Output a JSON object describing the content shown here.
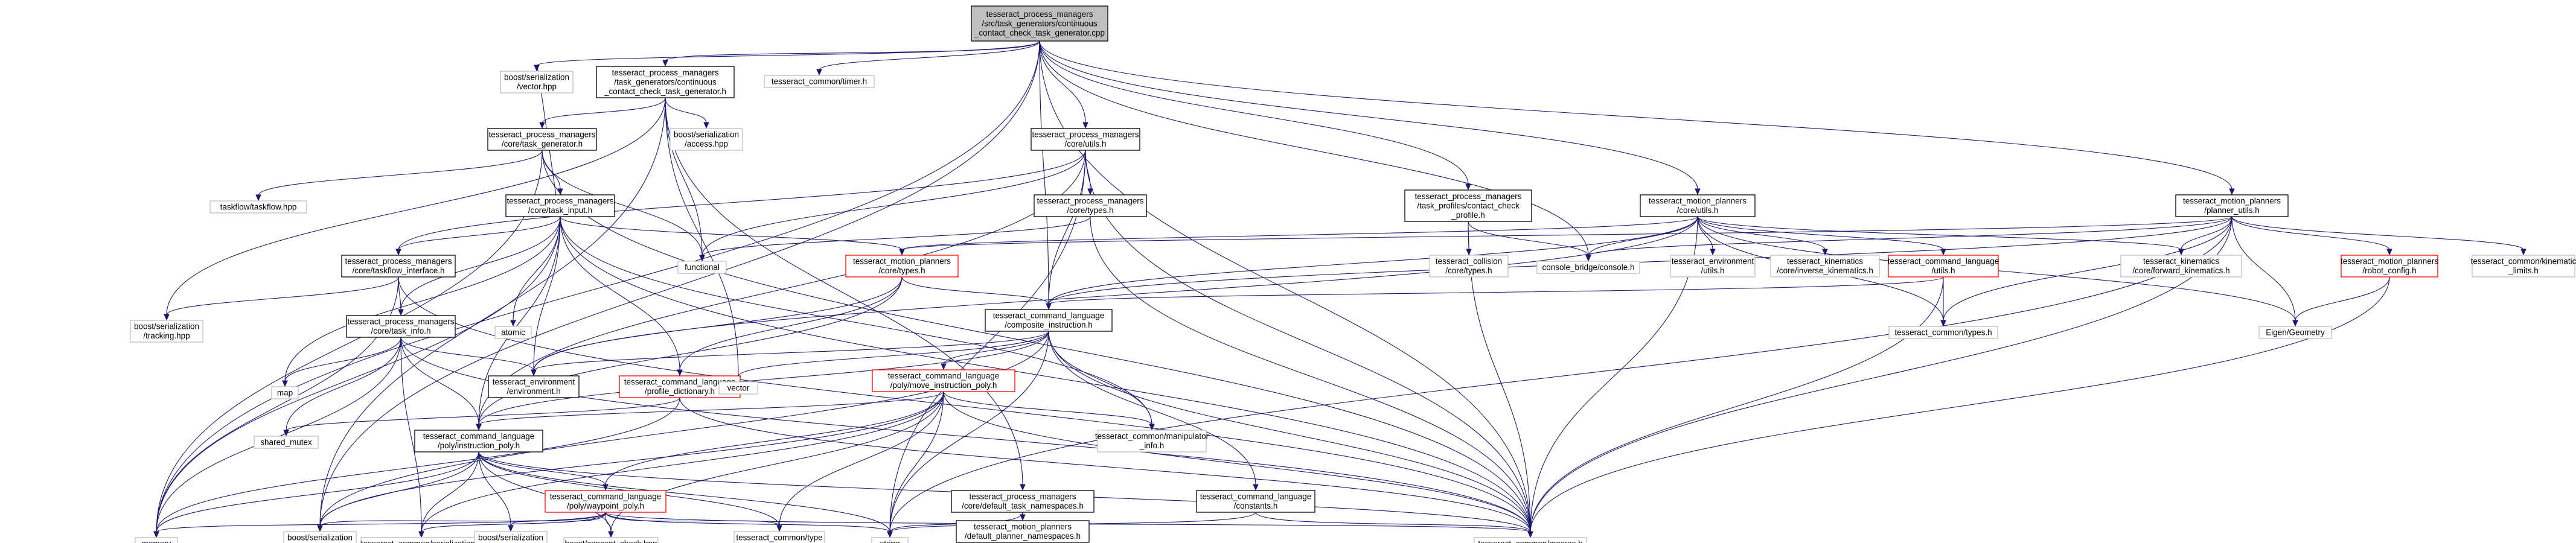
{
  "nodes": [
    {
      "id": "root",
      "style": "root",
      "lines": [
        "tesseract_process_managers",
        "/src/task_generators/continuous",
        "_contact_check_task_generator.cpp"
      ]
    },
    {
      "id": "boost_ser_vector",
      "style": "gray",
      "lines": [
        "boost/serialization",
        "/vector.hpp"
      ]
    },
    {
      "id": "tg_header",
      "style": "black",
      "lines": [
        "tesseract_process_managers",
        "/task_generators/continuous",
        "_contact_check_task_generator.h"
      ]
    },
    {
      "id": "timer",
      "style": "gray",
      "lines": [
        "tesseract_common/timer.h"
      ]
    },
    {
      "id": "core_task_generator",
      "style": "black",
      "lines": [
        "tesseract_process_managers",
        "/core/task_generator.h"
      ]
    },
    {
      "id": "boost_access",
      "style": "gray",
      "lines": [
        "boost/serialization",
        "/access.hpp"
      ]
    },
    {
      "id": "core_utils",
      "style": "black",
      "lines": [
        "tesseract_process_managers",
        "/core/utils.h"
      ]
    },
    {
      "id": "task_profiles",
      "style": "black",
      "lines": [
        "tesseract_process_managers",
        "/task_profiles/contact_check",
        "_profile.h"
      ]
    },
    {
      "id": "mp_core_utils",
      "style": "black",
      "lines": [
        "tesseract_motion_planners",
        "/core/utils.h"
      ]
    },
    {
      "id": "mp_planner_utils",
      "style": "black",
      "lines": [
        "tesseract_motion_planners",
        "/planner_utils.h"
      ]
    },
    {
      "id": "taskflow",
      "style": "gray",
      "lines": [
        "taskflow/taskflow.hpp"
      ]
    },
    {
      "id": "core_task_input",
      "style": "black",
      "lines": [
        "tesseract_process_managers",
        "/core/task_input.h"
      ]
    },
    {
      "id": "pm_core_types",
      "style": "black",
      "lines": [
        "tesseract_process_managers",
        "/core/types.h"
      ]
    },
    {
      "id": "functional",
      "style": "gray",
      "lines": [
        "functional"
      ]
    },
    {
      "id": "collision_types",
      "style": "gray",
      "lines": [
        "tesseract_collision",
        "/core/types.h"
      ]
    },
    {
      "id": "console_bridge",
      "style": "gray",
      "lines": [
        "console_bridge/console.h"
      ]
    },
    {
      "id": "env_utils",
      "style": "gray",
      "lines": [
        "tesseract_environment",
        "/utils.h"
      ]
    },
    {
      "id": "inverse_kin",
      "style": "gray",
      "lines": [
        "tesseract_kinematics",
        "/core/inverse_kinematics.h"
      ]
    },
    {
      "id": "cl_utils",
      "style": "red",
      "lines": [
        "tesseract_command_language",
        "/utils.h"
      ]
    },
    {
      "id": "forward_kin",
      "style": "gray",
      "lines": [
        "tesseract_kinematics",
        "/core/forward_kinematics.h"
      ]
    },
    {
      "id": "robot_config",
      "style": "red",
      "lines": [
        "tesseract_motion_planners",
        "/robot_config.h"
      ]
    },
    {
      "id": "kin_limits",
      "style": "gray",
      "lines": [
        "tesseract_common/kinematic",
        "_limits.h"
      ]
    },
    {
      "id": "taskflow_interface",
      "style": "black",
      "lines": [
        "tesseract_process_managers",
        "/core/taskflow_interface.h"
      ]
    },
    {
      "id": "mp_core_types",
      "style": "red",
      "lines": [
        "tesseract_motion_planners",
        "/core/types.h"
      ]
    },
    {
      "id": "boost_tracking",
      "style": "gray",
      "lines": [
        "boost/serialization",
        "/tracking.hpp"
      ]
    },
    {
      "id": "atomic",
      "style": "gray",
      "lines": [
        "atomic"
      ]
    },
    {
      "id": "core_task_info",
      "style": "black",
      "lines": [
        "tesseract_process_managers",
        "/core/task_info.h"
      ]
    },
    {
      "id": "composite_instruction",
      "style": "black",
      "lines": [
        "tesseract_command_language",
        "/composite_instruction.h"
      ]
    },
    {
      "id": "common_types",
      "style": "gray",
      "lines": [
        "tesseract_common/types.h"
      ]
    },
    {
      "id": "eigen",
      "style": "gray",
      "lines": [
        "Eigen/Geometry"
      ]
    },
    {
      "id": "map",
      "style": "gray",
      "lines": [
        "map"
      ]
    },
    {
      "id": "env_environment",
      "style": "black",
      "lines": [
        "tesseract_environment",
        "/environment.h"
      ]
    },
    {
      "id": "profile_dictionary",
      "style": "red",
      "lines": [
        "tesseract_command_language",
        "/profile_dictionary.h"
      ]
    },
    {
      "id": "vector",
      "style": "gray",
      "lines": [
        "vector"
      ]
    },
    {
      "id": "move_instruction_poly",
      "style": "red",
      "lines": [
        "tesseract_command_language",
        "/poly/move_instruction_poly.h"
      ]
    },
    {
      "id": "shared_mutex",
      "style": "gray",
      "lines": [
        "shared_mutex"
      ]
    },
    {
      "id": "manipulator_info",
      "style": "gray",
      "lines": [
        "tesseract_common/manipulator",
        "_info.h"
      ]
    },
    {
      "id": "instruction_poly",
      "style": "black",
      "lines": [
        "tesseract_command_language",
        "/poly/instruction_poly.h"
      ]
    },
    {
      "id": "waypoint_poly",
      "style": "red",
      "lines": [
        "tesseract_command_language",
        "/poly/waypoint_poly.h"
      ]
    },
    {
      "id": "default_task_ns",
      "style": "black",
      "lines": [
        "tesseract_process_managers",
        "/core/default_task_namespaces.h"
      ]
    },
    {
      "id": "constants",
      "style": "black",
      "lines": [
        "tesseract_command_language",
        "/constants.h"
      ]
    },
    {
      "id": "default_planner_ns",
      "style": "black",
      "lines": [
        "tesseract_motion_planners",
        "/default_planner_namespaces.h"
      ]
    },
    {
      "id": "memory",
      "style": "gray",
      "lines": [
        "memory"
      ]
    },
    {
      "id": "boost_export",
      "style": "gray",
      "lines": [
        "boost/serialization",
        "/export.hpp"
      ]
    },
    {
      "id": "common_serialization",
      "style": "gray",
      "lines": [
        "tesseract_common/serialization.h"
      ]
    },
    {
      "id": "boost_base_object",
      "style": "gray",
      "lines": [
        "boost/serialization",
        "/base_object.hpp"
      ]
    },
    {
      "id": "concept_check",
      "style": "gray",
      "lines": [
        "boost/concept_check.hpp"
      ]
    },
    {
      "id": "type_erasure",
      "style": "gray",
      "lines": [
        "tesseract_common/type",
        "_erasure.h"
      ]
    },
    {
      "id": "string",
      "style": "gray",
      "lines": [
        "string"
      ]
    },
    {
      "id": "macros",
      "style": "gray",
      "lines": [
        "tesseract_common/macros.h"
      ]
    }
  ],
  "edges": [
    [
      "root",
      "boost_ser_vector"
    ],
    [
      "root",
      "tg_header"
    ],
    [
      "root",
      "timer"
    ],
    [
      "root",
      "core_utils"
    ],
    [
      "root",
      "task_profiles"
    ],
    [
      "root",
      "mp_core_utils"
    ],
    [
      "root",
      "mp_planner_utils"
    ],
    [
      "root",
      "composite_instruction"
    ],
    [
      "root",
      "console_bridge"
    ],
    [
      "root",
      "boost_export"
    ],
    [
      "root",
      "memory"
    ],
    [
      "root",
      "macros"
    ],
    [
      "tg_header",
      "core_task_generator"
    ],
    [
      "tg_header",
      "boost_access"
    ],
    [
      "tg_header",
      "vector"
    ],
    [
      "tg_header",
      "default_task_ns"
    ],
    [
      "tg_header",
      "boost_tracking"
    ],
    [
      "tg_header",
      "boost_export"
    ],
    [
      "tg_header",
      "functional"
    ],
    [
      "core_task_generator",
      "taskflow"
    ],
    [
      "core_task_generator",
      "core_task_input"
    ],
    [
      "core_task_generator",
      "functional"
    ],
    [
      "core_task_generator",
      "memory"
    ],
    [
      "core_task_generator",
      "macros"
    ],
    [
      "core_utils",
      "pm_core_types"
    ],
    [
      "core_utils",
      "taskflow_interface"
    ],
    [
      "core_utils",
      "composite_instruction"
    ],
    [
      "core_utils",
      "instruction_poly"
    ],
    [
      "core_utils",
      "functional"
    ],
    [
      "core_utils",
      "string"
    ],
    [
      "core_utils",
      "macros"
    ],
    [
      "core_task_input",
      "taskflow_interface"
    ],
    [
      "core_task_input",
      "core_task_info"
    ],
    [
      "core_task_input",
      "mp_core_types"
    ],
    [
      "core_task_input",
      "atomic"
    ],
    [
      "core_task_input",
      "env_environment"
    ],
    [
      "core_task_input",
      "profile_dictionary"
    ],
    [
      "core_task_input",
      "manipulator_info"
    ],
    [
      "core_task_input",
      "instruction_poly"
    ],
    [
      "core_task_input",
      "map"
    ],
    [
      "core_task_input",
      "memory"
    ],
    [
      "core_task_input",
      "boost_ser_vector"
    ],
    [
      "core_task_input",
      "macros"
    ],
    [
      "pm_core_types",
      "functional"
    ],
    [
      "pm_core_types",
      "macros"
    ],
    [
      "task_profiles",
      "collision_types"
    ],
    [
      "task_profiles",
      "console_bridge"
    ],
    [
      "task_profiles",
      "macros"
    ],
    [
      "mp_core_utils",
      "env_utils"
    ],
    [
      "mp_core_utils",
      "inverse_kin"
    ],
    [
      "mp_core_utils",
      "cl_utils"
    ],
    [
      "mp_core_utils",
      "console_bridge"
    ],
    [
      "mp_core_utils",
      "forward_kin"
    ],
    [
      "mp_core_utils",
      "eigen"
    ],
    [
      "mp_core_utils",
      "env_environment"
    ],
    [
      "mp_core_utils",
      "composite_instruction"
    ],
    [
      "mp_core_utils",
      "common_types"
    ],
    [
      "mp_core_utils",
      "mp_core_types"
    ],
    [
      "mp_core_utils",
      "macros"
    ],
    [
      "mp_planner_utils",
      "robot_config"
    ],
    [
      "mp_planner_utils",
      "kin_limits"
    ],
    [
      "mp_planner_utils",
      "forward_kin"
    ],
    [
      "mp_planner_utils",
      "eigen"
    ],
    [
      "mp_planner_utils",
      "console_bridge"
    ],
    [
      "mp_planner_utils",
      "common_types"
    ],
    [
      "mp_planner_utils",
      "composite_instruction"
    ],
    [
      "mp_planner_utils",
      "mp_core_types"
    ],
    [
      "mp_planner_utils",
      "string"
    ],
    [
      "mp_planner_utils",
      "macros"
    ],
    [
      "cl_utils",
      "composite_instruction"
    ],
    [
      "cl_utils",
      "common_types"
    ],
    [
      "cl_utils",
      "macros"
    ],
    [
      "robot_config",
      "eigen"
    ],
    [
      "robot_config",
      "macros"
    ],
    [
      "taskflow_interface",
      "core_task_info"
    ],
    [
      "taskflow_interface",
      "boost_tracking"
    ],
    [
      "taskflow_interface",
      "memory"
    ],
    [
      "taskflow_interface",
      "macros"
    ],
    [
      "mp_core_types",
      "composite_instruction"
    ],
    [
      "mp_core_types",
      "env_environment"
    ],
    [
      "mp_core_types",
      "profile_dictionary"
    ],
    [
      "mp_core_types",
      "instruction_poly"
    ],
    [
      "core_task_info",
      "map"
    ],
    [
      "core_task_info",
      "env_environment"
    ],
    [
      "core_task_info",
      "instruction_poly"
    ],
    [
      "core_task_info",
      "shared_mutex"
    ],
    [
      "core_task_info",
      "memory"
    ],
    [
      "core_task_info",
      "common_serialization"
    ],
    [
      "core_task_info",
      "macros"
    ],
    [
      "composite_instruction",
      "vector"
    ],
    [
      "composite_instruction",
      "env_environment"
    ],
    [
      "composite_instruction",
      "move_instruction_poly"
    ],
    [
      "composite_instruction",
      "instruction_poly"
    ],
    [
      "composite_instruction",
      "manipulator_info"
    ],
    [
      "composite_instruction",
      "constants"
    ],
    [
      "composite_instruction",
      "string"
    ],
    [
      "composite_instruction",
      "boost_export"
    ],
    [
      "composite_instruction",
      "macros"
    ],
    [
      "profile_dictionary",
      "shared_mutex"
    ],
    [
      "profile_dictionary",
      "memory"
    ],
    [
      "profile_dictionary",
      "macros"
    ],
    [
      "move_instruction_poly",
      "instruction_poly"
    ],
    [
      "move_instruction_poly",
      "waypoint_poly"
    ],
    [
      "move_instruction_poly",
      "manipulator_info"
    ],
    [
      "move_instruction_poly",
      "string"
    ],
    [
      "move_instruction_poly",
      "concept_check"
    ],
    [
      "move_instruction_poly",
      "type_erasure"
    ],
    [
      "move_instruction_poly",
      "boost_export"
    ],
    [
      "move_instruction_poly",
      "common_serialization"
    ],
    [
      "move_instruction_poly",
      "macros"
    ],
    [
      "instruction_poly",
      "waypoint_poly"
    ],
    [
      "instruction_poly",
      "memory"
    ],
    [
      "instruction_poly",
      "boost_export"
    ],
    [
      "instruction_poly",
      "common_serialization"
    ],
    [
      "instruction_poly",
      "boost_base_object"
    ],
    [
      "instruction_poly",
      "concept_check"
    ],
    [
      "instruction_poly",
      "type_erasure"
    ],
    [
      "instruction_poly",
      "string"
    ],
    [
      "instruction_poly",
      "macros"
    ],
    [
      "waypoint_poly",
      "memory"
    ],
    [
      "waypoint_poly",
      "boost_export"
    ],
    [
      "waypoint_poly",
      "common_serialization"
    ],
    [
      "waypoint_poly",
      "boost_base_object"
    ],
    [
      "waypoint_poly",
      "concept_check"
    ],
    [
      "waypoint_poly",
      "type_erasure"
    ],
    [
      "waypoint_poly",
      "string"
    ],
    [
      "waypoint_poly",
      "macros"
    ],
    [
      "default_task_ns",
      "default_planner_ns"
    ],
    [
      "default_task_ns",
      "string"
    ],
    [
      "constants",
      "string"
    ],
    [
      "constants",
      "macros"
    ]
  ]
}
